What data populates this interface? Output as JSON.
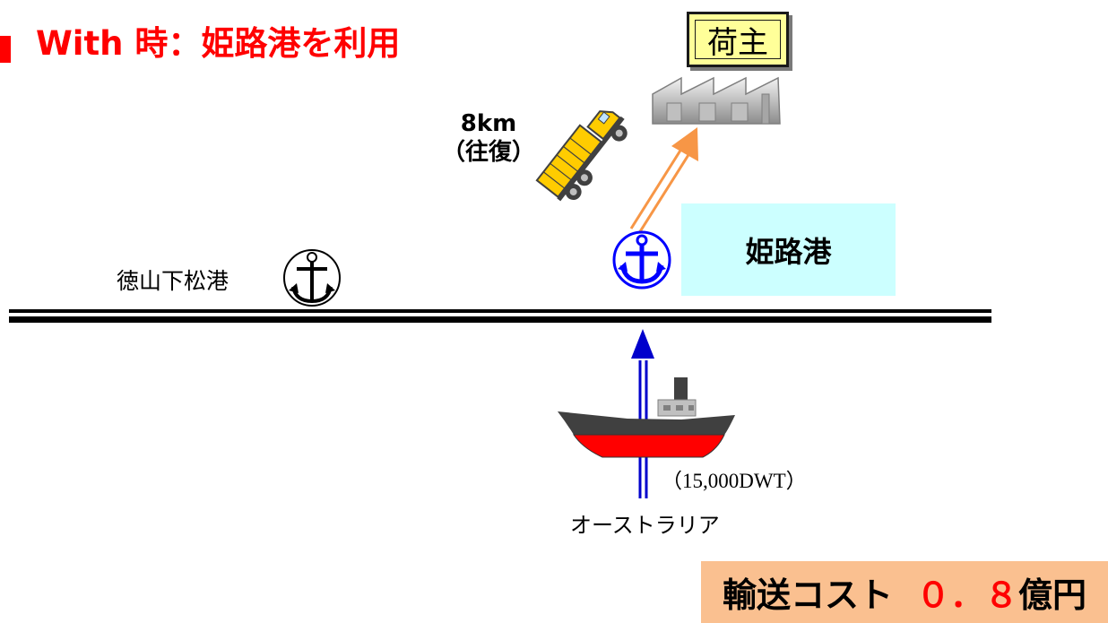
{
  "title": {
    "text": "With 時：姫路港を利用"
  },
  "shipper": {
    "label": "荷主"
  },
  "truck_route": {
    "distance": "8km",
    "note": "（往復）"
  },
  "destination_port": {
    "name": "姫路港"
  },
  "other_port": {
    "name": "徳山下松港"
  },
  "ship": {
    "size": "（15,000DWT）",
    "origin": "オーストラリア"
  },
  "cost": {
    "label": "輸送コスト",
    "value": "０．８",
    "unit": "億円"
  },
  "colors": {
    "title_red": "#ff0000",
    "port_box_cyan": "#ccffff",
    "shipper_box_yellow": "#ffff99",
    "cost_box_orange": "#fac090",
    "sea_route_blue": "#0000cc",
    "truck_route_orange": "#f79646",
    "anchor_blue": "#0000ff",
    "truck_yellow": "#ffcc00",
    "ship_hull_red": "#ff0000",
    "ship_body_gray": "#404040"
  },
  "icons": {
    "destination_anchor": "anchor-icon-blue",
    "other_anchor": "anchor-icon-black",
    "factory": "factory-icon",
    "truck": "dump-truck-icon",
    "ship": "cargo-ship-icon"
  }
}
